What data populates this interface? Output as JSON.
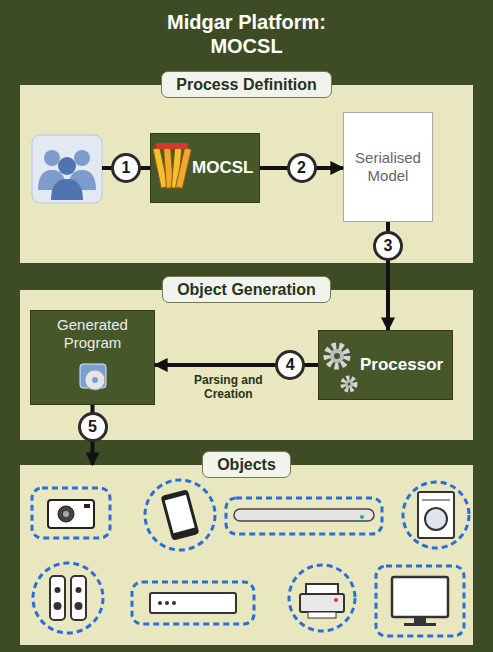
{
  "diagram": {
    "title": "Midgar Platform: MOCSL",
    "nodes": [
      {
        "text": [
          "Process Definition"
        ]
      },
      {
        "text": [
          "MOCSL"
        ],
        "in": 0
      },
      {
        "text": [
          "Serialised Model"
        ],
        "in": 0
      },
      {
        "text": [
          "Object Generation"
        ]
      },
      {
        "text": [
          "Processor"
        ],
        "in": 3
      },
      {
        "text": [
          "Generated Program"
        ],
        "in": 3
      },
      {
        "text": [
          "Objects"
        ]
      }
    ],
    "edges": [
      {
        "from": 1,
        "to": 2,
        "arrow": "to"
      },
      {
        "from": 2,
        "to": 4,
        "arrow": "to"
      },
      {
        "from": 4,
        "to": 5,
        "label": "Parsing and Creation",
        "arrow": "to"
      },
      {
        "from": 5,
        "to": 6,
        "arrow": "to"
      }
    ],
    "labels": [
      "1",
      "2",
      "3",
      "4",
      "5"
    ]
  }
}
